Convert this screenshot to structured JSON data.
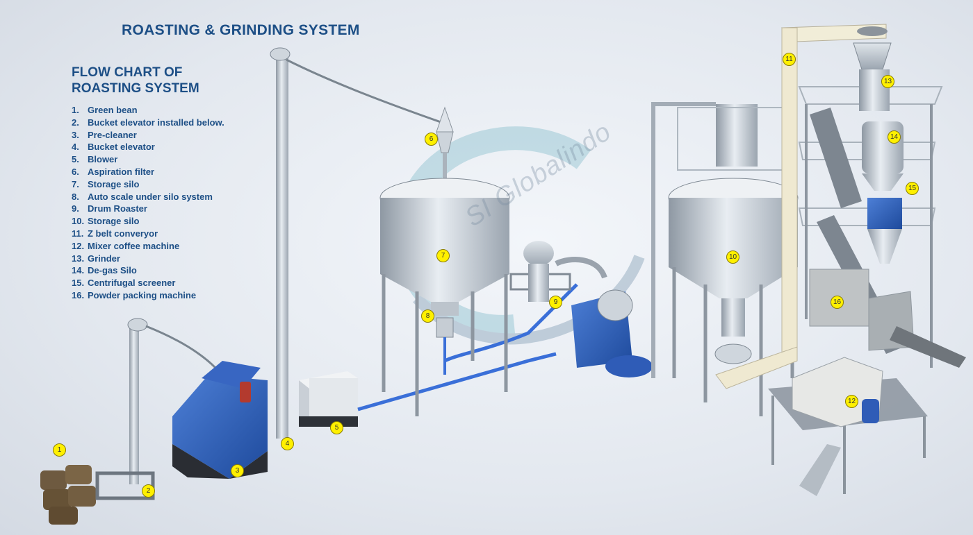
{
  "title": "ROASTING & GRINDING SYSTEM",
  "subtitle_line1": "FLOW CHART OF",
  "subtitle_line2": "ROASTING SYSTEM",
  "legend": [
    {
      "num": "1.",
      "label": "Green bean"
    },
    {
      "num": "2.",
      "label": "Bucket elevator installed below."
    },
    {
      "num": "3.",
      "label": "Pre-cleaner"
    },
    {
      "num": "4.",
      "label": "Bucket elevator"
    },
    {
      "num": "5.",
      "label": "Blower"
    },
    {
      "num": "6.",
      "label": "Aspiration filter"
    },
    {
      "num": "7.",
      "label": "Storage silo"
    },
    {
      "num": "8.",
      "label": "Auto scale under silo system"
    },
    {
      "num": "9.",
      "label": "Drum Roaster"
    },
    {
      "num": "10.",
      "label": "Storage silo"
    },
    {
      "num": "11.",
      "label": "Z belt converyor"
    },
    {
      "num": "12.",
      "label": "Mixer coffee machine"
    },
    {
      "num": "13.",
      "label": "Grinder"
    },
    {
      "num": "14.",
      "label": "De-gas Silo"
    },
    {
      "num": "15.",
      "label": "Centrifugal screener"
    },
    {
      "num": "16.",
      "label": "Powder packing machine"
    }
  ],
  "markers": [
    "1",
    "2",
    "3",
    "4",
    "5",
    "6",
    "7",
    "8",
    "9",
    "10",
    "11",
    "12",
    "13",
    "14",
    "15",
    "16"
  ],
  "watermark": "SI Globalindo",
  "colors": {
    "title": "#1d4f86",
    "marker": "#fff000",
    "machine_blue": "#2a5db0",
    "steel": "#b9c2cc",
    "pipe": "#3a6fd8"
  }
}
